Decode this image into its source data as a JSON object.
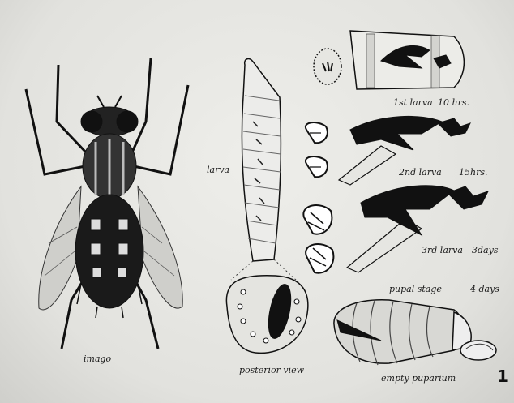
{
  "labels": {
    "imago": "imago",
    "larva": "larva",
    "posterior_view": "posterior view",
    "first_larva": "1st larva",
    "first_larva_time": "10 hrs.",
    "second_larva": "2nd larva",
    "second_larva_time": "15hrs.",
    "third_larva": "3rd larva",
    "third_larva_time": "3days",
    "pupal_stage": "pupal stage",
    "pupal_time": "4 days",
    "empty_puparium": "empty puparium",
    "figure_number": "1"
  },
  "colors": {
    "ink": "#111111",
    "paper": "#e8e8e4"
  }
}
